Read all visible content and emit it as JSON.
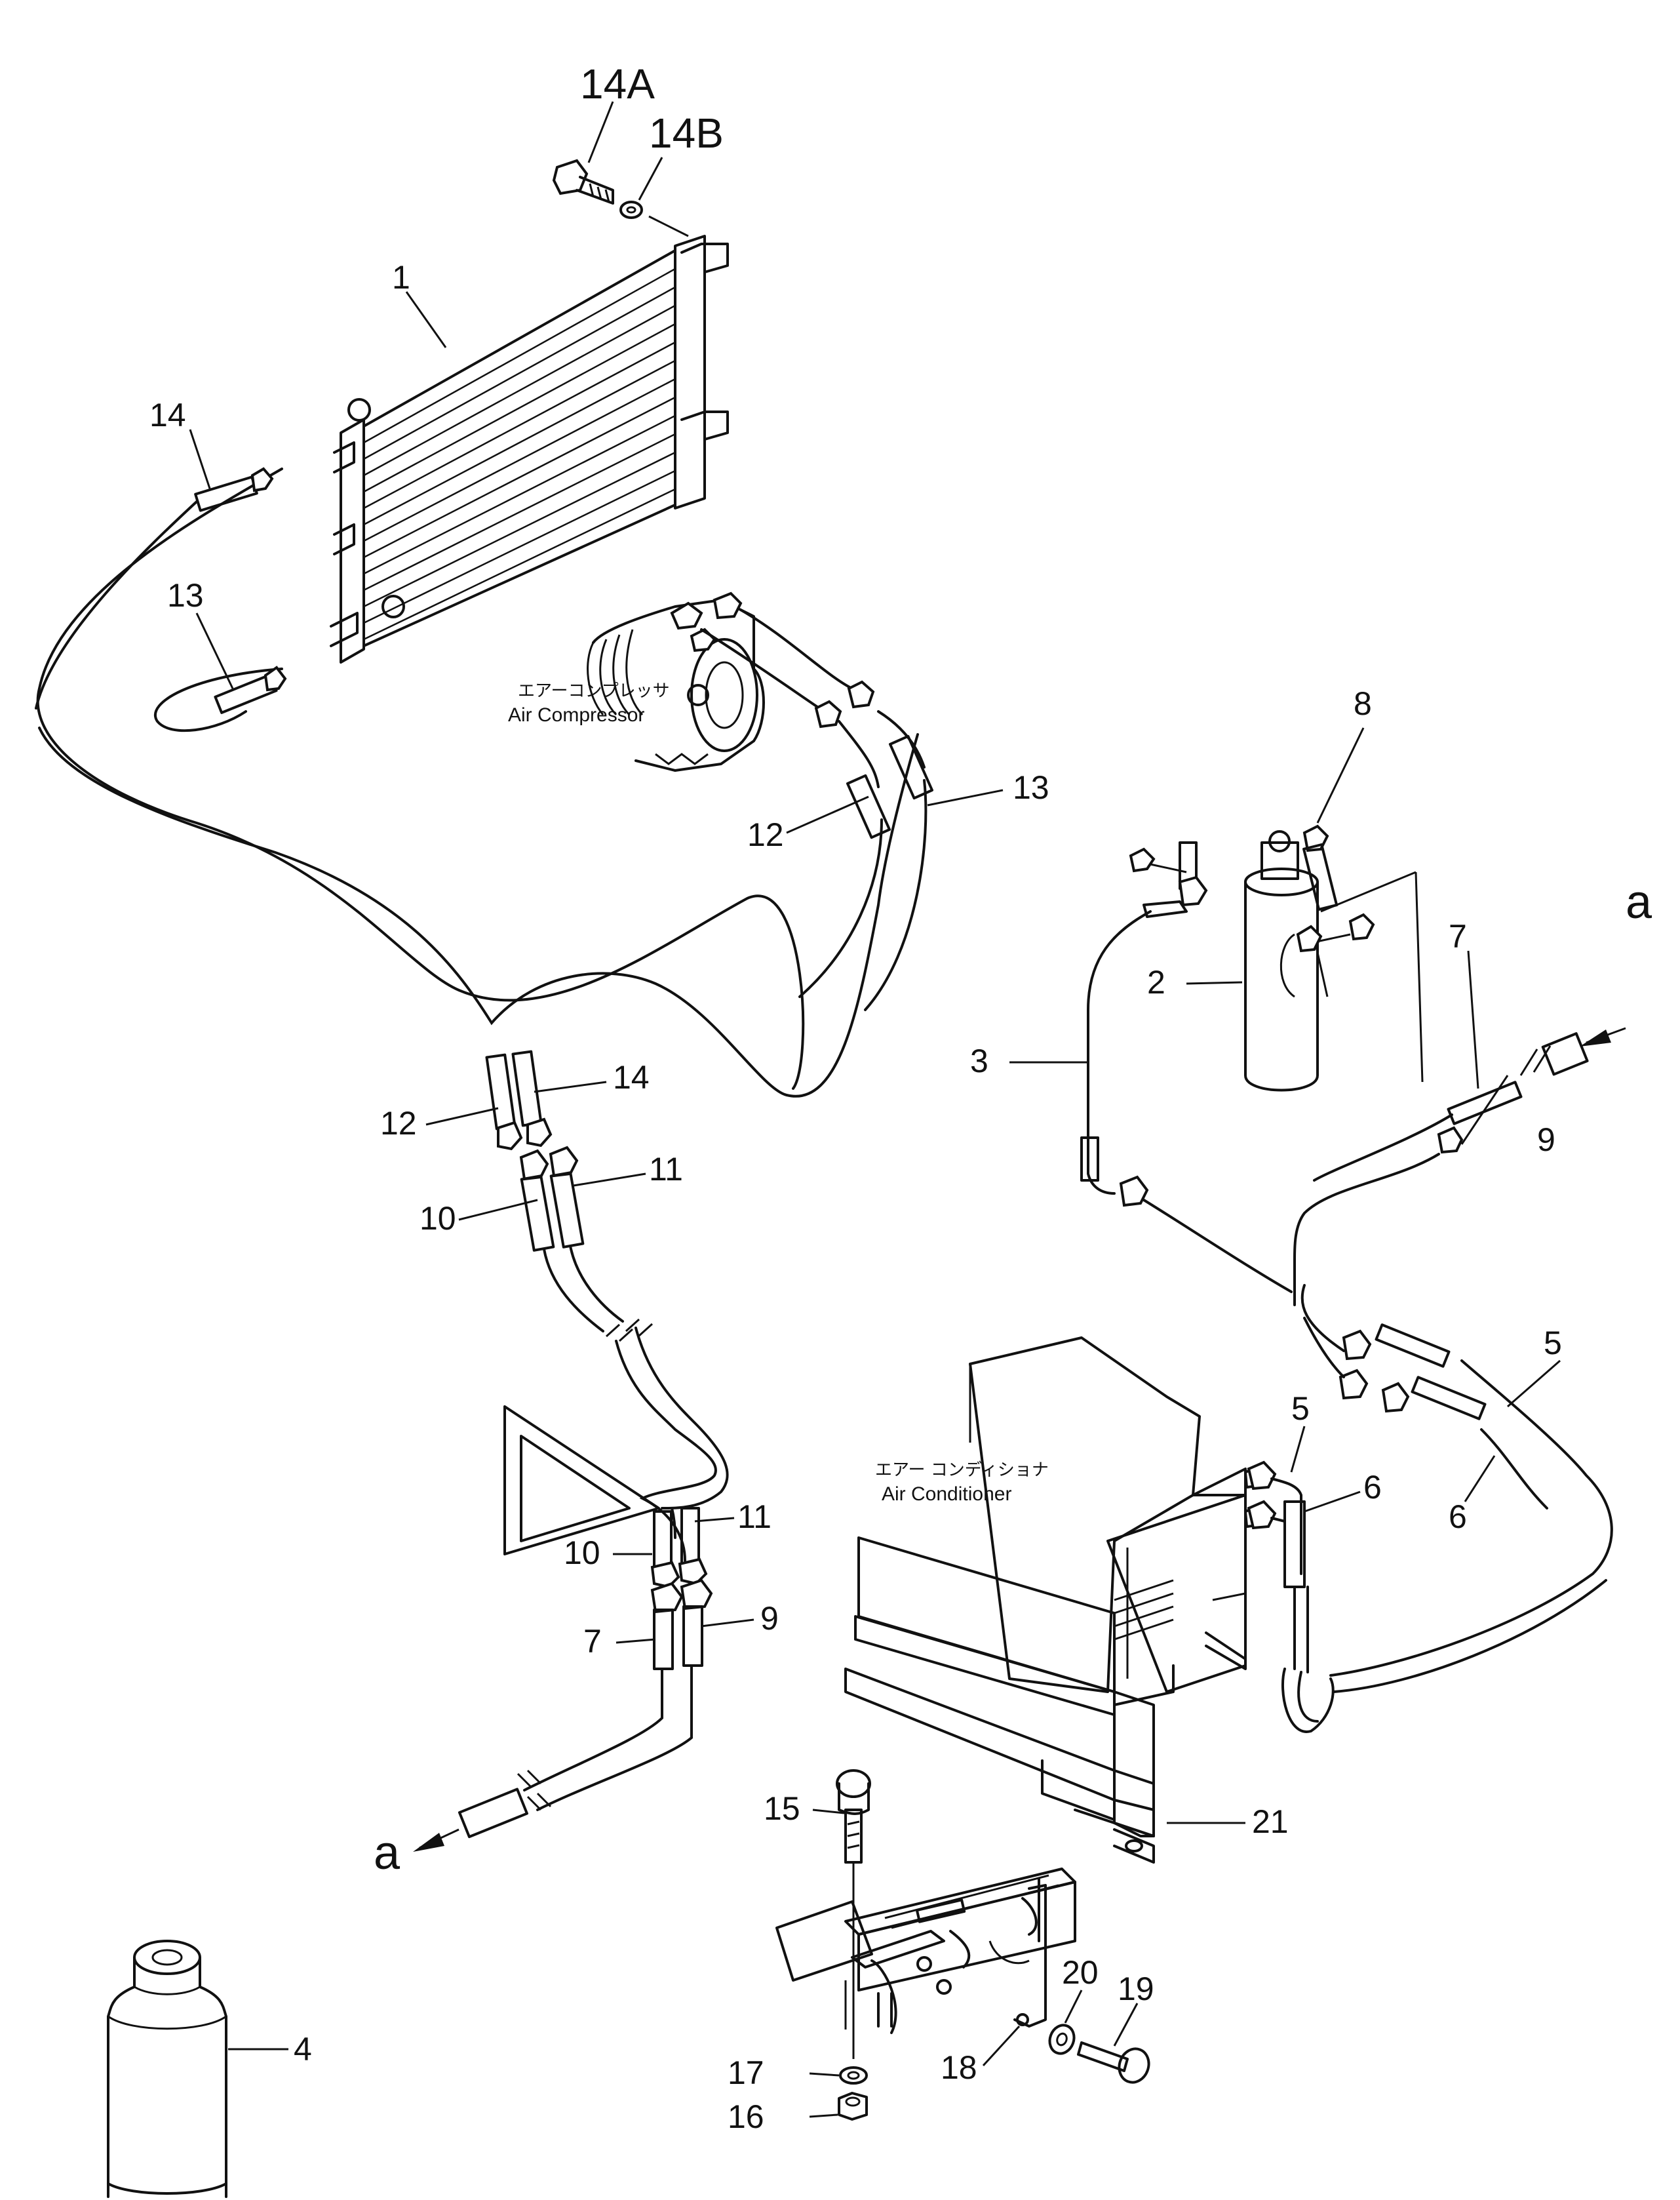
{
  "callouts": {
    "c1": "1",
    "c2": "2",
    "c3": "3",
    "c4": "4",
    "c5a": "5",
    "c5b": "5",
    "c6a": "6",
    "c6b": "6",
    "c7a": "7",
    "c7b": "7",
    "c8": "8",
    "c9a": "9",
    "c9b": "9",
    "c10a": "10",
    "c10b": "10",
    "c11a": "11",
    "c11b": "11",
    "c12a": "12",
    "c12b": "12",
    "c13a": "13",
    "c13b": "13",
    "c14a": "14",
    "c14b": "14",
    "c14A": "14A",
    "c14B": "14B",
    "c15": "15",
    "c16": "16",
    "c17": "17",
    "c18": "18",
    "c19": "19",
    "c20": "20",
    "c21": "21"
  },
  "refs": {
    "a_top": "a",
    "a_bottom": "a"
  },
  "labels": {
    "compressor_jp": "エアーコンプレッサ",
    "compressor_en": "Air Compressor",
    "conditioner_jp": "エアー コンディショナ",
    "conditioner_en": "Air Conditioner"
  }
}
